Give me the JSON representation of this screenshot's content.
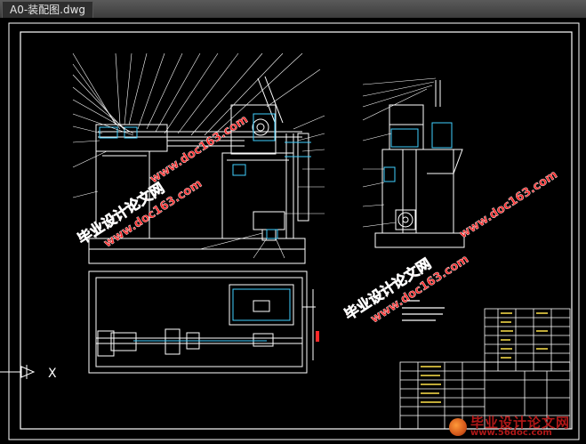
{
  "tab": {
    "filename": "A0-装配图.dwg"
  },
  "watermarks": {
    "cn": "毕业设计论文网",
    "url": "www.doc163.com"
  },
  "ucs": {
    "axis_label": "X"
  },
  "footer_logo": {
    "name": "毕业设计论文网",
    "url": "www.56doc.com"
  },
  "colors": {
    "frame": "#ffffff",
    "accent": "#ff2a2a",
    "cyan": "#3fd0ff",
    "yellow": "#ffe34a",
    "green": "#4cff6a"
  }
}
